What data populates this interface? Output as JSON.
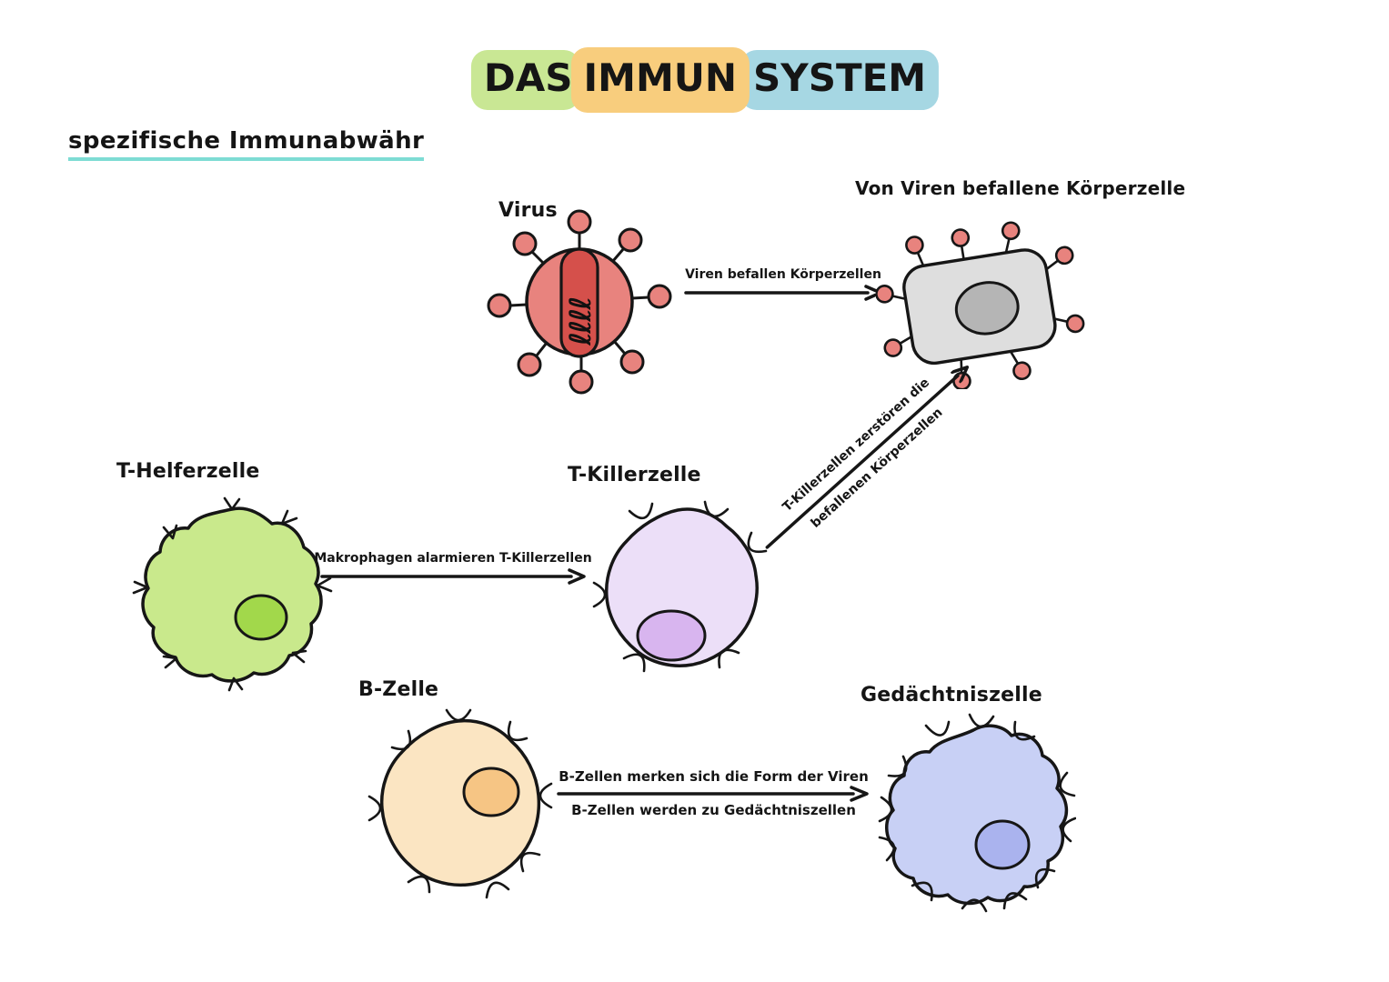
{
  "title": {
    "parts": [
      {
        "text": "DAS",
        "highlight": "#c9e794"
      },
      {
        "text": "IMMUN",
        "highlight": "#f8cd7d"
      },
      {
        "text": "SYSTEM",
        "highlight": "#a6d7e3"
      }
    ]
  },
  "subtitle": {
    "text": "spezifische Immunabwähr",
    "underline_color": "#7edcd4"
  },
  "nodes": {
    "virus": {
      "label": "Virus",
      "body_color": "#e8837e",
      "capsule_color": "#d5504b",
      "rna_squiggle": "ℓℓℓℓ"
    },
    "infected_cell": {
      "label": "Von Viren befallene Körperzelle",
      "body_color": "#dedede",
      "nucleus_color": "#b5b5b5",
      "spike_color": "#e8837e"
    },
    "t_helper": {
      "label": "T-Helferzelle",
      "body_color": "#c9e98c",
      "nucleus_color": "#a2d84b"
    },
    "t_killer": {
      "label": "T-Killerzelle",
      "body_color": "#ecdff8",
      "nucleus_color": "#d8b5ef"
    },
    "b_cell": {
      "label": "B-Zelle",
      "body_color": "#fbe5c2",
      "nucleus_color": "#f6c584"
    },
    "memory_cell": {
      "label": "Gedächtniszelle",
      "body_color": "#c8d0f5",
      "nucleus_color": "#aab3ee"
    }
  },
  "arrows": {
    "virus_to_infected": {
      "label": "Viren befallen Körperzellen"
    },
    "helper_to_killer": {
      "label": "Makrophagen alarmieren T-Killerzellen"
    },
    "killer_to_infected": {
      "label_line1": "T-Killerzellen zerstören die",
      "label_line2": "befallenen Körperzellen"
    },
    "b_to_memory": {
      "label_line1": "B-Zellen merken sich die Form der Viren",
      "label_line2": "B-Zellen werden zu Gedächtniszellen"
    }
  }
}
